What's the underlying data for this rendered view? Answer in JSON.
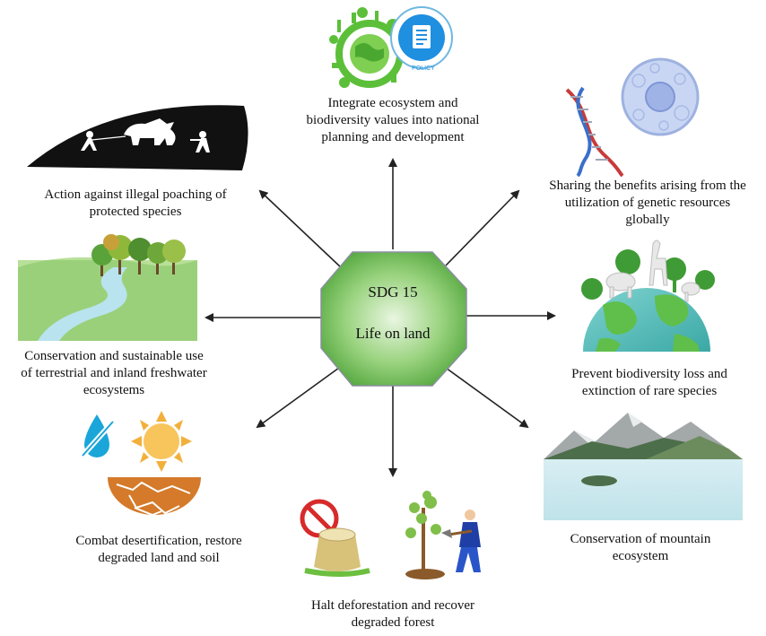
{
  "center": {
    "title": "SDG 15",
    "subtitle": "Life on land",
    "fill_color": "#6fbd57"
  },
  "items": [
    {
      "id": "top",
      "icon": "eco-globe-policy-icon",
      "badge": "POLICY",
      "lines": [
        "Integrate ecosystem and",
        "biodiversity values into national",
        "planning and development"
      ]
    },
    {
      "id": "top-right",
      "icon": "dna-cell-icon",
      "lines": [
        "Sharing the benefits arising from the",
        "utilization of genetic resources",
        "globally"
      ]
    },
    {
      "id": "right",
      "icon": "globe-animals-icon",
      "lines": [
        "Prevent biodiversity loss and",
        "extinction of rare species"
      ]
    },
    {
      "id": "bottom-right",
      "icon": "mountain-lake-icon",
      "lines": [
        "Conservation of mountain",
        "ecosystem"
      ]
    },
    {
      "id": "bottom",
      "icon": "stump-planting-icon",
      "lines": [
        "Halt deforestation and recover",
        "degraded forest"
      ]
    },
    {
      "id": "bottom-left",
      "icon": "drought-soil-icon",
      "lines": [
        "Combat desertification, restore",
        "degraded land and soil"
      ]
    },
    {
      "id": "left",
      "icon": "river-forest-icon",
      "lines": [
        "Conservation and sustainable use",
        "of terrestrial and inland freshwater",
        "ecosystems"
      ]
    },
    {
      "id": "top-left",
      "icon": "poaching-rhino-icon",
      "lines": [
        "Action against illegal poaching of",
        "protected species"
      ]
    }
  ]
}
